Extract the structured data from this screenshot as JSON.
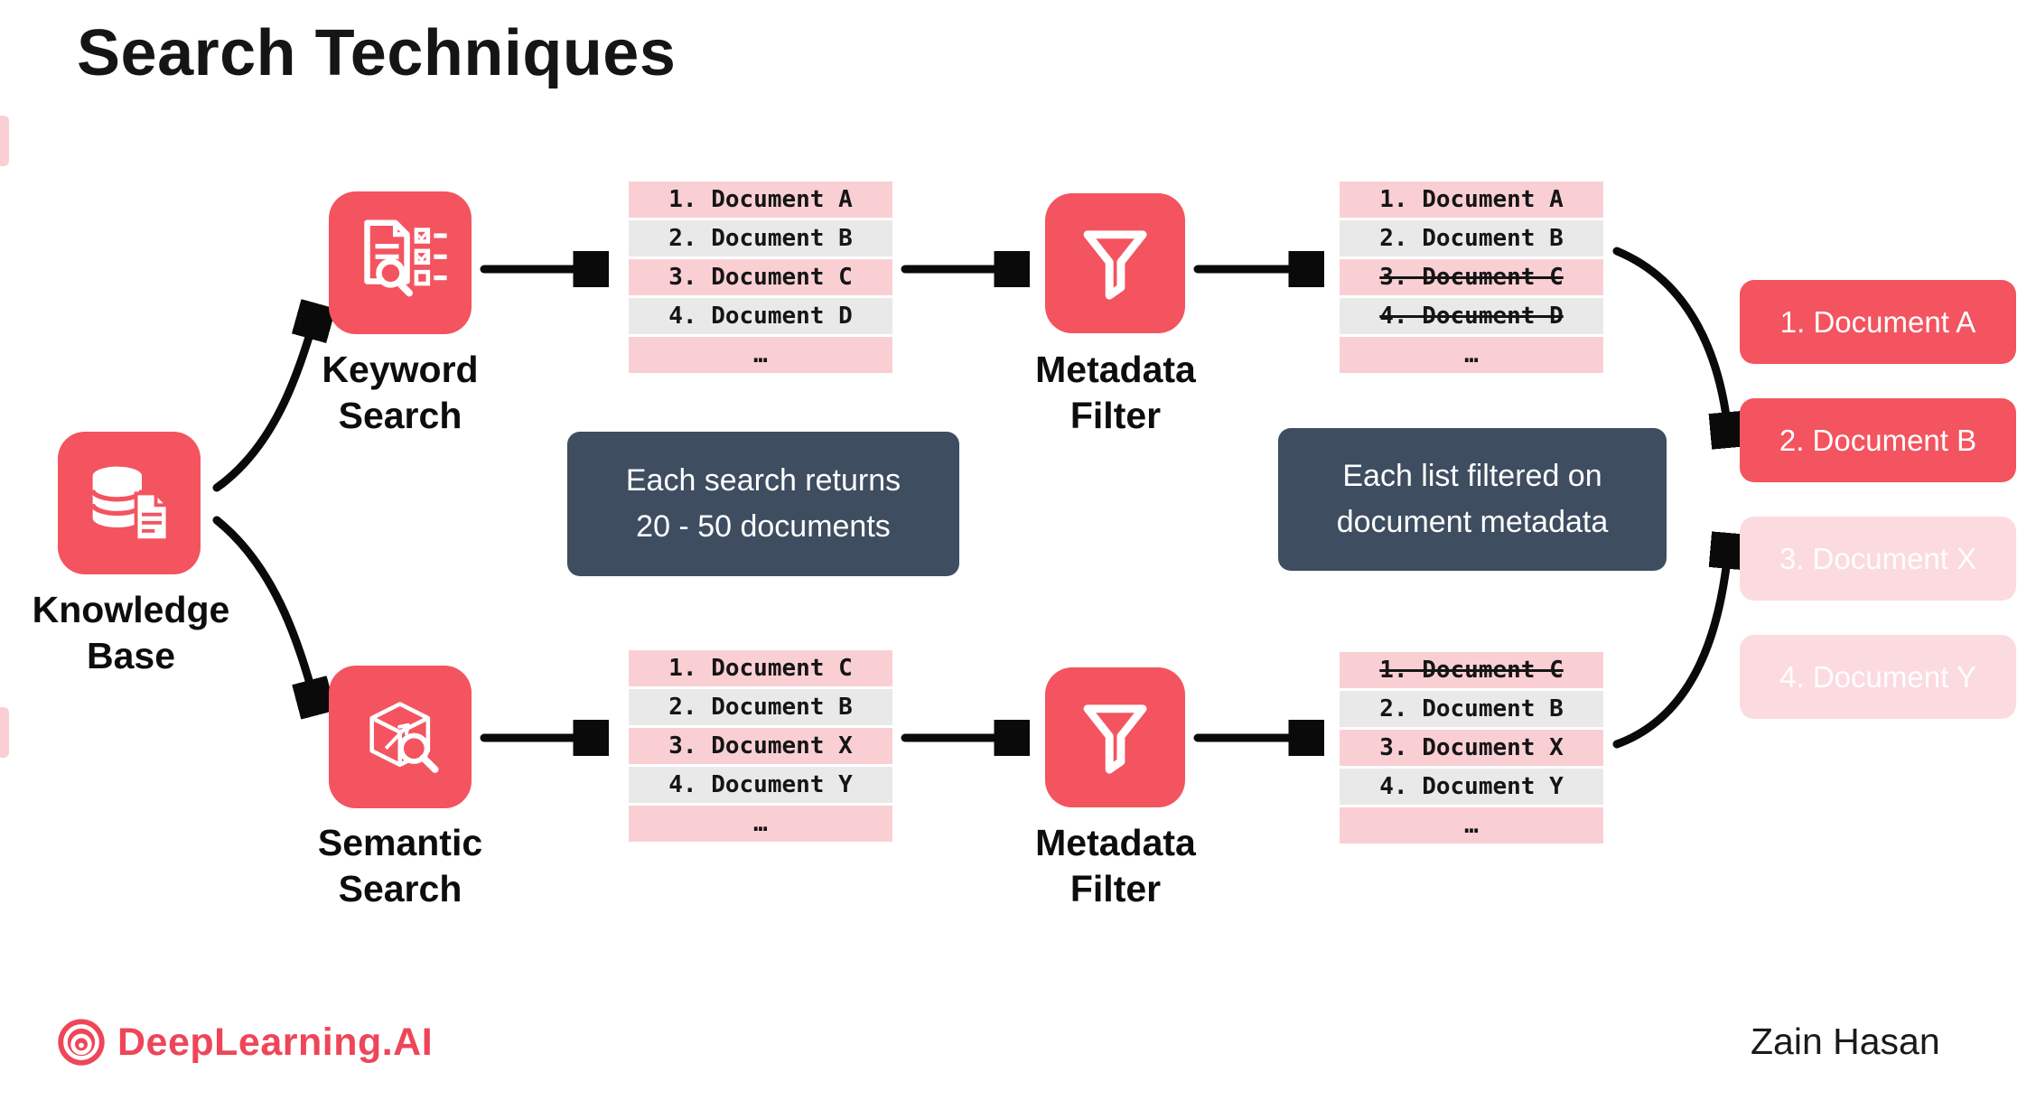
{
  "title": "Search Techniques",
  "knowledge_base": {
    "label": "Knowledge\nBase"
  },
  "branches": {
    "keyword": {
      "node_label": "Keyword\nSearch",
      "results": [
        "1. Document A",
        "2. Document B",
        "3. Document C",
        "4. Document D",
        "…"
      ],
      "filter_label": "Metadata\nFilter",
      "filtered": [
        {
          "text": "1. Document A",
          "struck": false
        },
        {
          "text": "2. Document B",
          "struck": false
        },
        {
          "text": "3. Document C",
          "struck": true
        },
        {
          "text": "4. Document D",
          "struck": true
        },
        {
          "text": "…",
          "struck": false
        }
      ]
    },
    "semantic": {
      "node_label": "Semantic\nSearch",
      "results": [
        "1. Document C",
        "2. Document B",
        "3. Document X",
        "4. Document Y",
        "…"
      ],
      "filter_label": "Metadata\nFilter",
      "filtered": [
        {
          "text": "1. Document C",
          "struck": true
        },
        {
          "text": "2. Document B",
          "struck": false
        },
        {
          "text": "3. Document X",
          "struck": false
        },
        {
          "text": "4. Document Y",
          "struck": false
        },
        {
          "text": "…",
          "struck": false
        }
      ]
    }
  },
  "callouts": {
    "search_returns": "Each search returns\n20 - 50 documents",
    "filtered_on": "Each list filtered on\ndocument metadata"
  },
  "final_results": [
    {
      "text": "1. Document A",
      "faded": false
    },
    {
      "text": "2. Document B",
      "faded": false
    },
    {
      "text": "3. Document X",
      "faded": true
    },
    {
      "text": "4. Document Y",
      "faded": true
    }
  ],
  "footer": {
    "brand": "DeepLearning.AI",
    "author": "Zain Hasan"
  },
  "icons": {
    "knowledge_base": "database-with-document-icon",
    "keyword_search": "document-checklist-magnifier-icon",
    "semantic_search": "vector-cube-magnifier-icon",
    "metadata_filter": "funnel-icon",
    "brand": "spiral-circle-icon"
  },
  "colors": {
    "accent_red": "#f3545f",
    "callout_slate": "#3e4d60",
    "row_pink": "#f9cfd4",
    "row_gray": "#e9e9e9",
    "faded_pink": "#fbdbdf",
    "brand_red": "#ee4658"
  }
}
